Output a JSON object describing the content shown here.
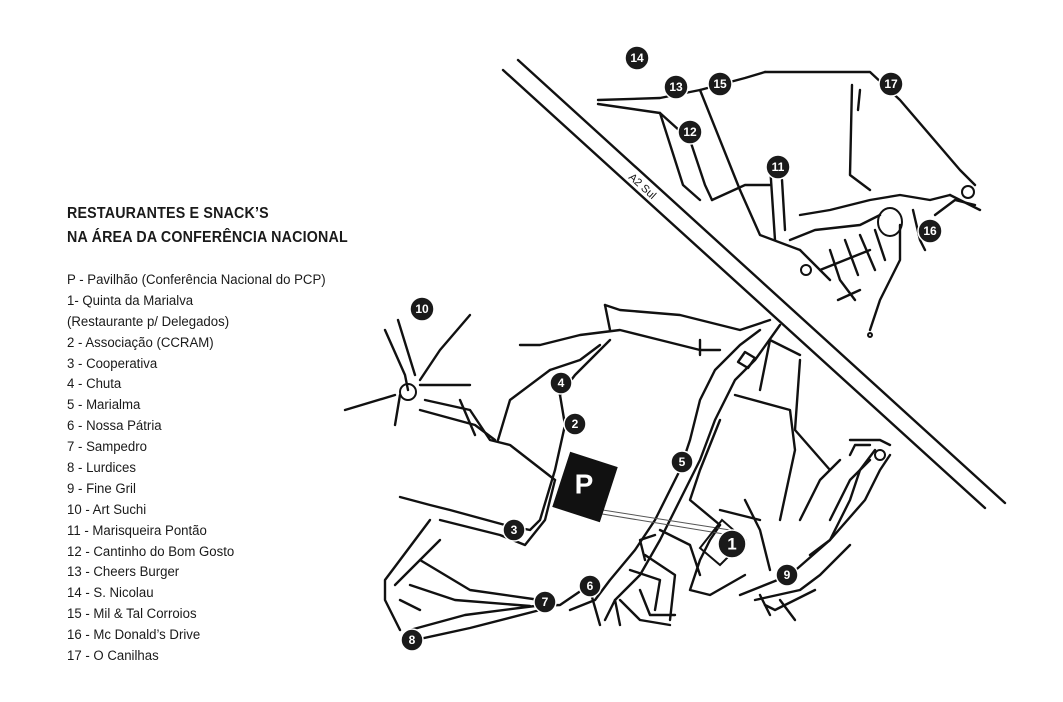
{
  "title_line1": "RESTAURANTES E SNACK’S",
  "title_line2": "NA ÁREA DA CONFERÊNCIA NACIONAL",
  "legend": [
    "P - Pavilhão (Conferência Nacional do PCP)",
    "1- Quinta da Marialva",
    "(Restaurante p/ Delegados)",
    "2 - Associação (CCRAM)",
    "3 - Cooperativa",
    "4 - Chuta",
    "5 - Marialma",
    "6 - Nossa Pátria",
    "7 - Sampedro",
    "8 - Lurdices",
    "9 - Fine Gril",
    "10 - Art Suchi",
    "11 - Marisqueira Pontão",
    "12 - Cantinho do Bom Gosto",
    "13 - Cheers Burger",
    "14 - S. Nicolau",
    "15 - Mil & Tal Corroios",
    "16 - Mc Donald’s Drive",
    "17 - O Canilhas"
  ],
  "highway_label": "A2 Sul",
  "pavilion_label": "P",
  "markers": [
    "1",
    "2",
    "3",
    "4",
    "5",
    "6",
    "7",
    "8",
    "9",
    "10",
    "11",
    "12",
    "13",
    "14",
    "15",
    "16",
    "17"
  ]
}
